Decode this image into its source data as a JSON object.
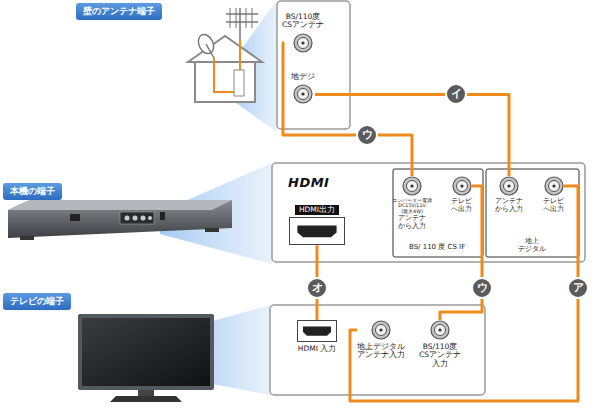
{
  "diagram": {
    "nodes": [
      {
        "text": [
          "BS/110度 CSアンテナ"
        ]
      },
      {
        "text": [
          "地デジ"
        ]
      },
      {
        "text": [
          "HDMI出力"
        ]
      },
      {
        "text": [
          "コンバーター電源 DC15V/11V (最大4W)",
          "アンテナ から入力"
        ]
      },
      {
        "text": [
          "テレビ へ出力"
        ]
      },
      {
        "text": [
          "アンテナ から入力"
        ]
      },
      {
        "text": [
          "テレビ へ出力"
        ]
      },
      {
        "text": [
          "HDMI 入力"
        ]
      },
      {
        "text": [
          "地上デジタル アンテナ入力"
        ]
      },
      {
        "text": [
          "BS/110度 CSアンテナ 入力"
        ]
      }
    ],
    "edges": [
      {
        "from": 0,
        "to": 3,
        "label": "ウ",
        "arrow": "none"
      },
      {
        "from": 1,
        "to": 5,
        "label": "イ",
        "arrow": "none"
      },
      {
        "from": 4,
        "to": 9,
        "label": "ウ",
        "arrow": "none"
      },
      {
        "from": 2,
        "to": 7,
        "label": "オ",
        "arrow": "none"
      },
      {
        "from": 6,
        "to": 8,
        "label": "ア",
        "arrow": "none"
      }
    ],
    "labels": [
      "壁のアンテナ端子",
      "本機の端子",
      "テレビの端子",
      "HDMI",
      "BS/ 110 度 CS IF",
      "地上 デジタル"
    ]
  }
}
